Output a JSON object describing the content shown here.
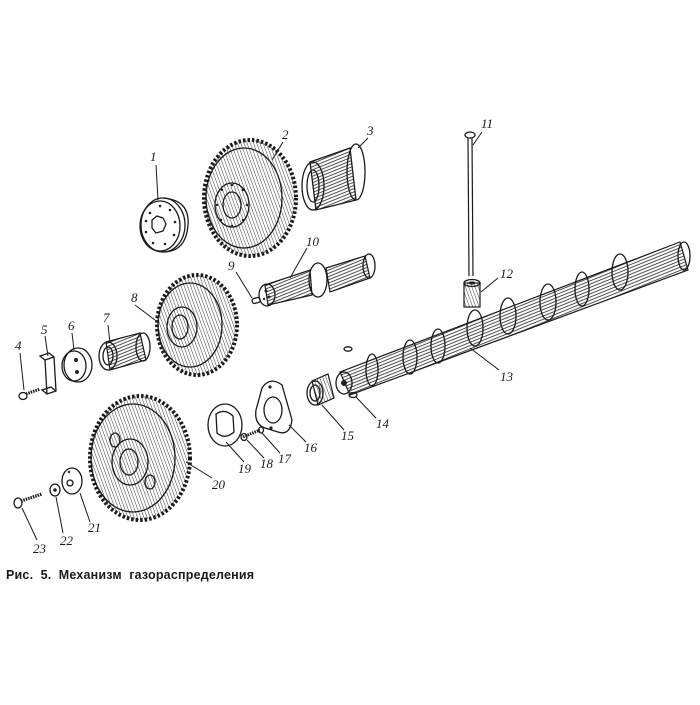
{
  "figure": {
    "caption": "Рис.  5.  Механизм  газораспределения",
    "caption_number": "5",
    "caption_title": "Механизм газораспределения"
  },
  "parts": [
    {
      "id": 1,
      "label": "1",
      "name": "flange-disc"
    },
    {
      "id": 2,
      "label": "2",
      "name": "large-gear-upper"
    },
    {
      "id": 3,
      "label": "3",
      "name": "flanged-bushing"
    },
    {
      "id": 4,
      "label": "4",
      "name": "bolt-small"
    },
    {
      "id": 5,
      "label": "5",
      "name": "lock-plate"
    },
    {
      "id": 6,
      "label": "6",
      "name": "washer-two-hole"
    },
    {
      "id": 7,
      "label": "7",
      "name": "bushing"
    },
    {
      "id": 8,
      "label": "8",
      "name": "intermediate-gear"
    },
    {
      "id": 9,
      "label": "9",
      "name": "pin"
    },
    {
      "id": 10,
      "label": "10",
      "name": "gear-axle"
    },
    {
      "id": 11,
      "label": "11",
      "name": "push-rod"
    },
    {
      "id": 12,
      "label": "12",
      "name": "tappet"
    },
    {
      "id": 13,
      "label": "13",
      "name": "camshaft"
    },
    {
      "id": 14,
      "label": "14",
      "name": "key"
    },
    {
      "id": 15,
      "label": "15",
      "name": "spacer-ring"
    },
    {
      "id": 16,
      "label": "16",
      "name": "thrust-flange"
    },
    {
      "id": 17,
      "label": "17",
      "name": "bolt"
    },
    {
      "id": 18,
      "label": "18",
      "name": "lock-washer"
    },
    {
      "id": 19,
      "label": "19",
      "name": "thrust-washer"
    },
    {
      "id": 20,
      "label": "20",
      "name": "camshaft-gear"
    },
    {
      "id": 21,
      "label": "21",
      "name": "retaining-washer"
    },
    {
      "id": 22,
      "label": "22",
      "name": "spring-washer"
    },
    {
      "id": 23,
      "label": "23",
      "name": "gear-bolt"
    }
  ],
  "colors": {
    "ink": "#1a1a1a",
    "background": "#ffffff"
  }
}
